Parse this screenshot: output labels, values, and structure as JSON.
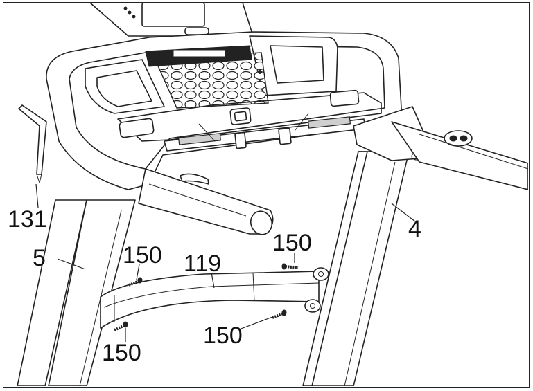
{
  "callouts": {
    "hex_key": "131",
    "right_upright": "4",
    "left_upright": "5",
    "crossbar": "119",
    "bolt_top_left": "150",
    "bolt_bottom_left": "150",
    "bolt_top_right": "150",
    "bolt_bottom_right": "150"
  }
}
